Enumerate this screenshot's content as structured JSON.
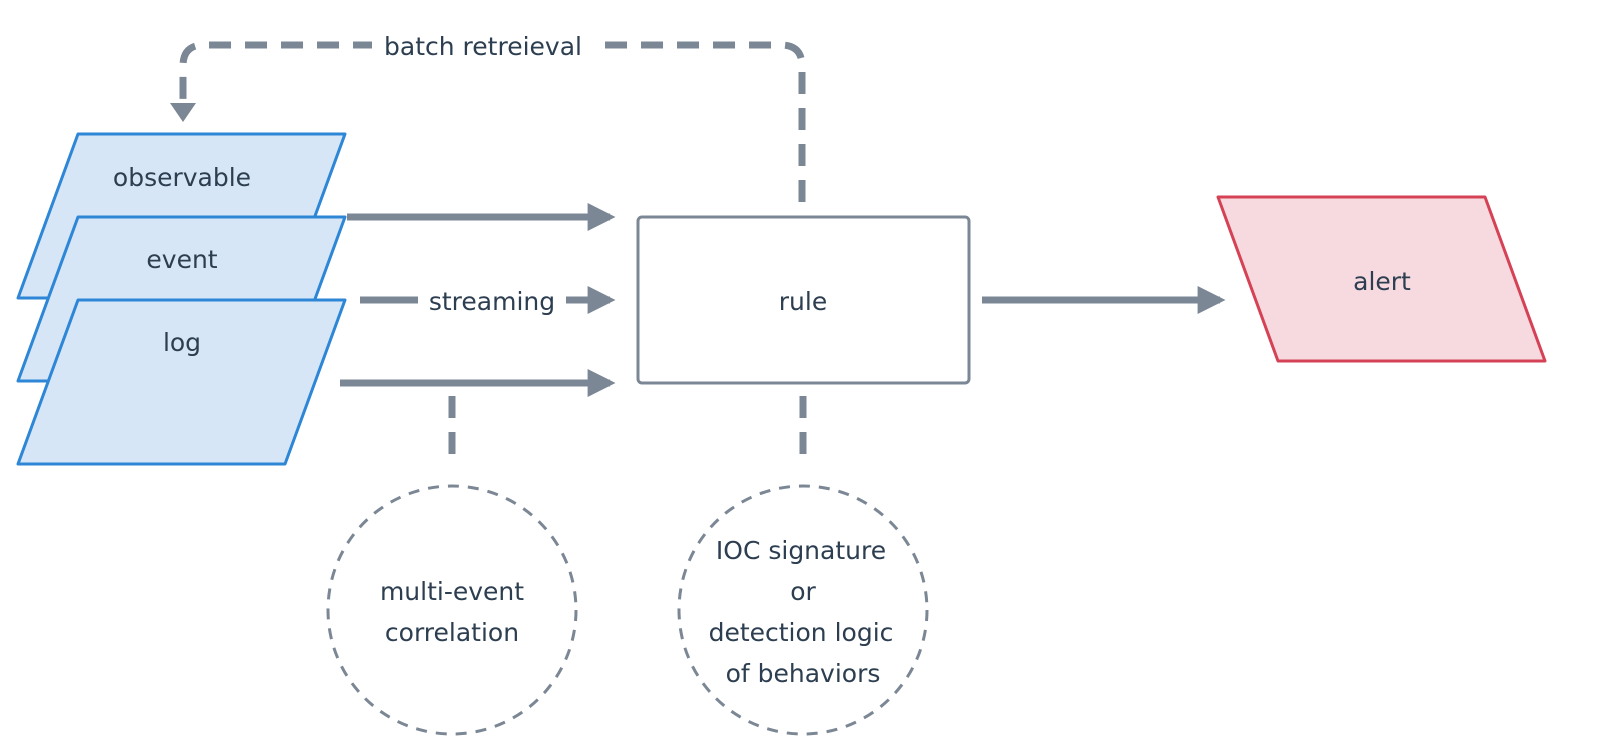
{
  "colors": {
    "source_fill": "#d6e6f6",
    "source_stroke": "#2e86d6",
    "alert_fill": "#f6dadf",
    "alert_stroke": "#d64255",
    "connector": "#7b8794",
    "rule_stroke": "#7b8794",
    "text": "#2c3e50"
  },
  "nodes": {
    "observable": "observable",
    "event": "event",
    "log": "log",
    "rule": "rule",
    "alert": "alert"
  },
  "edges": {
    "batch": "batch retreieval",
    "streaming": "streaming"
  },
  "notes": {
    "correlation": [
      "multi-event",
      "correlation"
    ],
    "detection": [
      "IOC signature",
      "or",
      "detection logic",
      "of behaviors"
    ]
  }
}
